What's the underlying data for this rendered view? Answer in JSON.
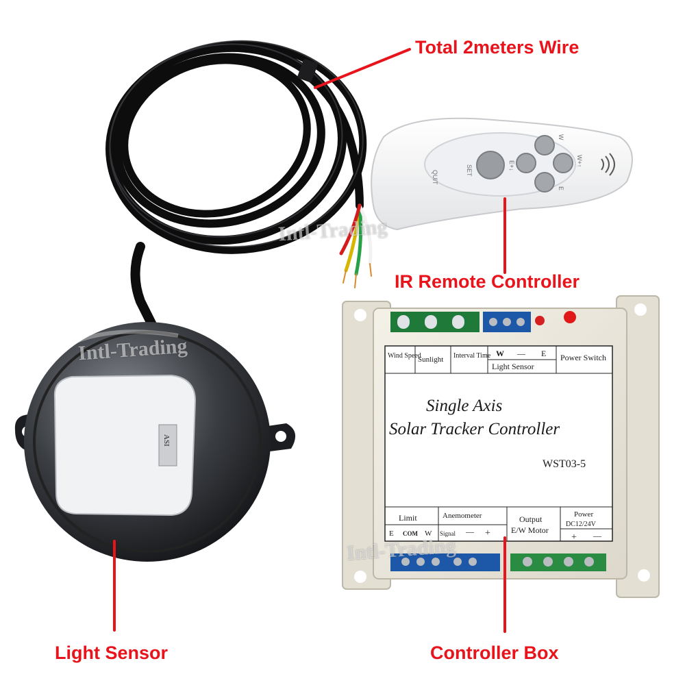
{
  "callouts": {
    "wire": "Total 2meters Wire",
    "remote": "IR Remote Controller",
    "sensor": "Light Sensor",
    "controller": "Controller Box"
  },
  "watermark": "Intl-Trading",
  "remote_buttons": {
    "quit": "QUIT",
    "set": "SET",
    "e_plus": "E+↓",
    "w_up": "W",
    "w_plus": "W+↑",
    "e_down": "E"
  },
  "sensor_label": "ASI",
  "controller_panel": {
    "wind_speed": "Wind Speed",
    "sunlight": "Sunlight",
    "interval_time": "Interval Time",
    "w": "W",
    "dash": "—",
    "e": "E",
    "light_sensor": "Light Sensor",
    "power_switch": "Power Switch",
    "title_line1": "Single Axis",
    "title_line2": "Solar Tracker Controller",
    "model": "WST03-5",
    "limit": "Limit",
    "limit_e": "E",
    "limit_com": "COM",
    "limit_w": "W",
    "anemometer": "Anemometer",
    "signal": "Signal",
    "minus": "—",
    "plus": "+",
    "output": "Output",
    "motor": "E/W Motor",
    "power": "Power",
    "power_dc": "DC12/24V",
    "power_plus": "+",
    "power_minus": "—"
  },
  "colors": {
    "callout_text": "#e8131b",
    "arrow": "#e8131b",
    "background": "#ffffff"
  }
}
